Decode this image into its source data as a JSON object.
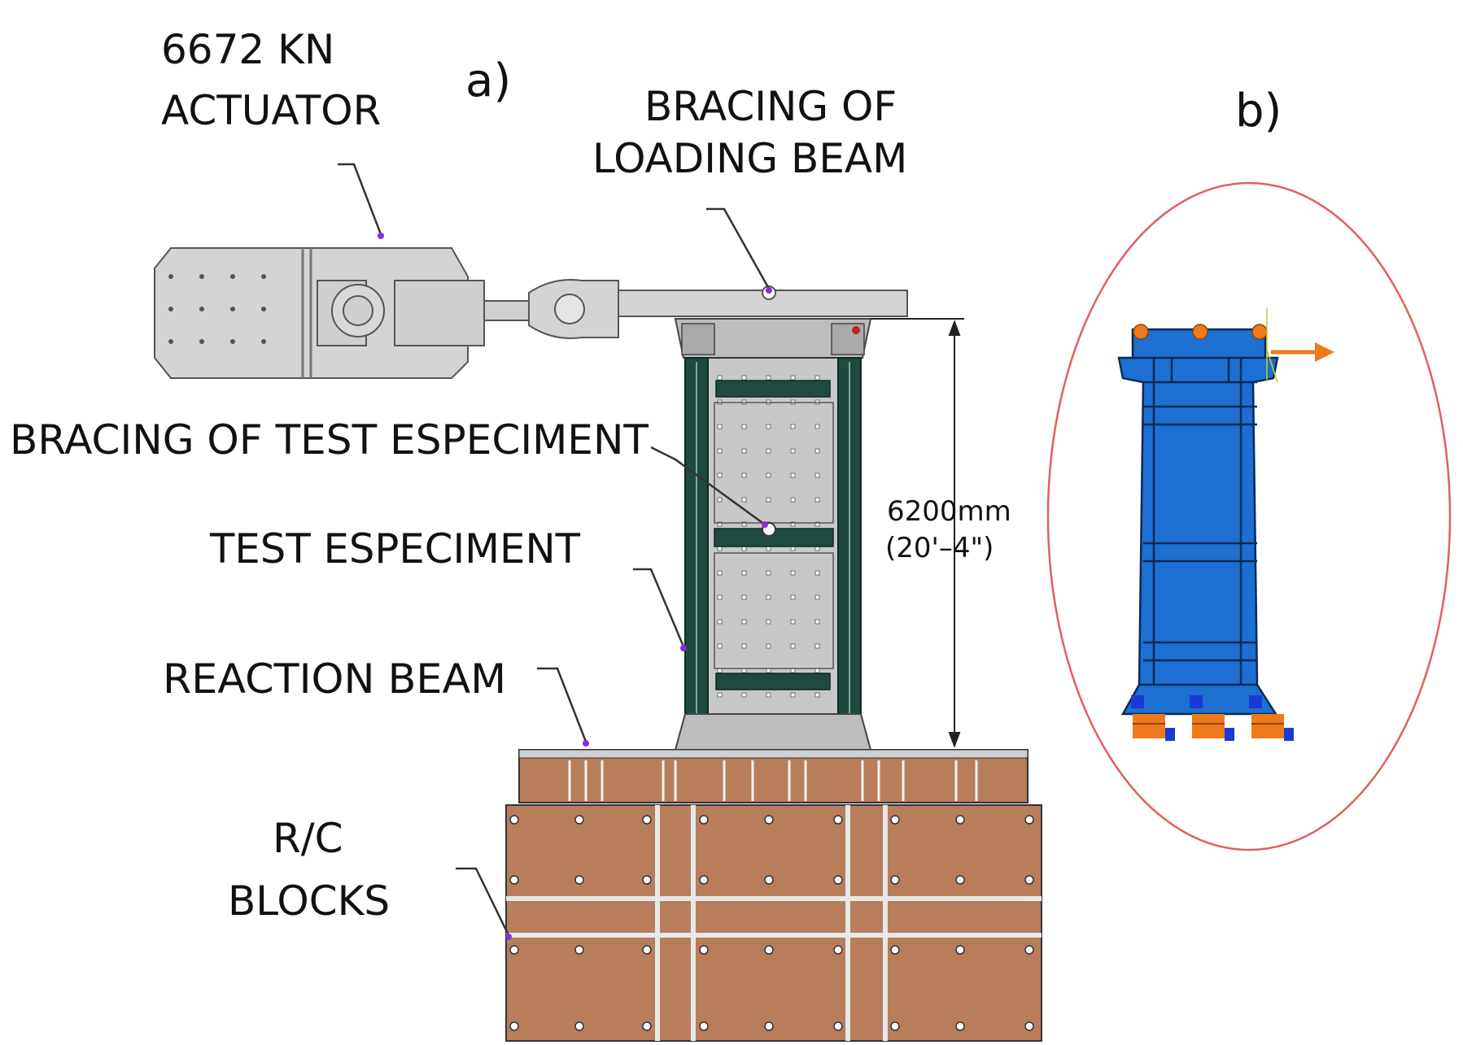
{
  "panels": {
    "a": "a)",
    "b": "b)"
  },
  "labels": {
    "actuator_line1": "6672 KN",
    "actuator_line2": "ACTUATOR",
    "loading_bracing_line1": "BRACING OF",
    "loading_bracing_line2": "LOADING BEAM",
    "specimen_bracing": "BRACING OF TEST ESPECIMENT",
    "test_specimen": "TEST ESPECIMENT",
    "reaction_beam": "REACTION BEAM",
    "rc_line1": "R/C",
    "rc_line2": "BLOCKS"
  },
  "dimension": {
    "metric": "6200mm",
    "imperial": "(20'–4\")"
  },
  "colors": {
    "actuator": "#d4d4d4",
    "frame_green": "#1e4a40",
    "plate_grey": "#c8c8c8",
    "rc_brown": "#b87d5a",
    "model_blue": "#1d6fd1",
    "ellipse_red": "#e06060",
    "arrow_orange": "#f07a1a",
    "leader_purple": "#8a2be2"
  }
}
